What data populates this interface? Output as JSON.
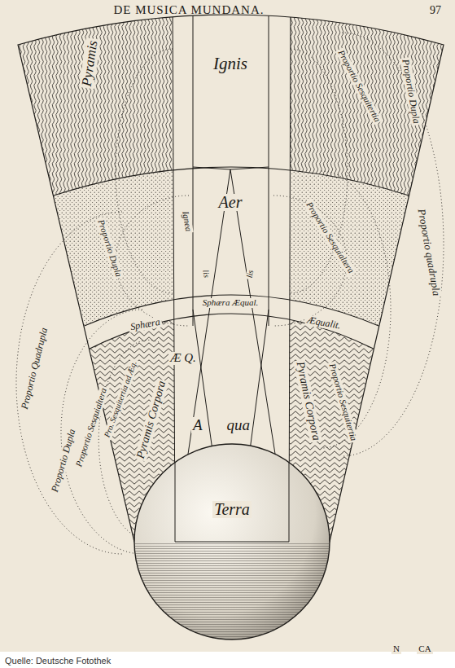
{
  "diagram": {
    "title": "DE MUSICA MUNDANA.",
    "nodes": [
      {
        "text": [
          "Ignis"
        ]
      },
      {
        "text": [
          "Aer"
        ]
      },
      {
        "text": [
          "Sphæra Æqual."
        ]
      },
      {
        "text": [
          "A",
          "qua"
        ]
      },
      {
        "text": [
          "Terra"
        ]
      }
    ],
    "labels": [
      "97",
      "Pyramis",
      "Proportio Dupla",
      "Proportio Sesquitertia",
      "Proportio quadrupla",
      "Ignea",
      "Proportio Dupla",
      "Proportio Sesquialtera",
      "lis",
      "lis",
      "Sphæra",
      "Æqualit.",
      "Proportio Quadrupla",
      "Proportio Dupla",
      "Proportio Sesquialtera",
      "Pro. Sesquitertia ad Æq.",
      "Æ Q.",
      "Pyramis Corpora",
      "Pyramis Corpora",
      "Proportio Sesquitertia",
      "N",
      "CA",
      "Quelle: Deutsche Fotothek"
    ]
  }
}
